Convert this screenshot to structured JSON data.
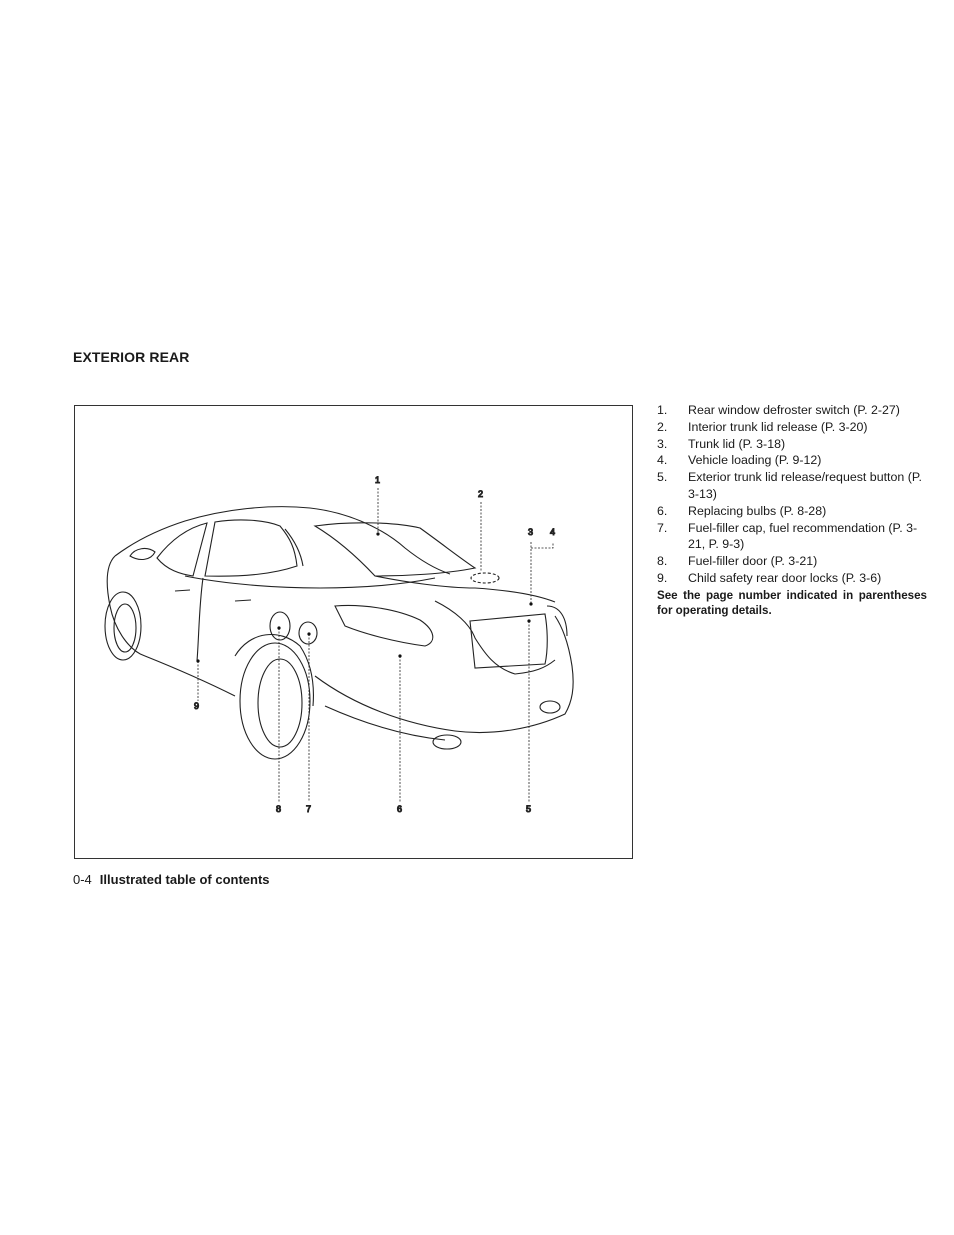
{
  "section_title": "EXTERIOR REAR",
  "callouts": [
    "1",
    "2",
    "3",
    "4",
    "5",
    "6",
    "7",
    "8",
    "9"
  ],
  "legend": [
    {
      "num": "1.",
      "text": "Rear window defroster switch (P. 2-27)"
    },
    {
      "num": "2.",
      "text": "Interior trunk lid release (P. 3-20)"
    },
    {
      "num": "3.",
      "text": "Trunk lid (P. 3-18)"
    },
    {
      "num": "4.",
      "text": "Vehicle loading (P. 9-12)"
    },
    {
      "num": "5.",
      "text": "Exterior trunk lid release/request button (P. 3-13)"
    },
    {
      "num": "6.",
      "text": "Replacing bulbs (P. 8-28)"
    },
    {
      "num": "7.",
      "text": "Fuel-filler cap, fuel recommendation (P. 3-21, P. 9-3)"
    },
    {
      "num": "8.",
      "text": "Fuel-filler door (P. 3-21)"
    },
    {
      "num": "9.",
      "text": "Child safety rear door locks (P. 3-6)"
    }
  ],
  "note": "See the page number indicated in parentheses for operating details.",
  "footer": {
    "page_number": "0-4",
    "title": "Illustrated table of contents"
  }
}
